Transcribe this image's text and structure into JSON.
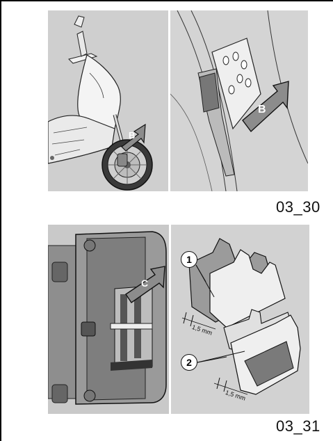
{
  "figures": [
    {
      "label": "03_30",
      "left_panel": {
        "callout": "B"
      },
      "right_panel": {
        "callout": "B"
      }
    },
    {
      "label": "03_31",
      "left_panel": {
        "callout": "C"
      },
      "right_panel": {
        "items": [
          {
            "number": "1",
            "dimension": "1,5 mm"
          },
          {
            "number": "2",
            "dimension": "1,5 mm"
          }
        ]
      }
    }
  ],
  "colors": {
    "panel_bg": "#cfcfcf",
    "ink": "#1a1a1a",
    "arrow_gray": "#8c8c8c"
  }
}
